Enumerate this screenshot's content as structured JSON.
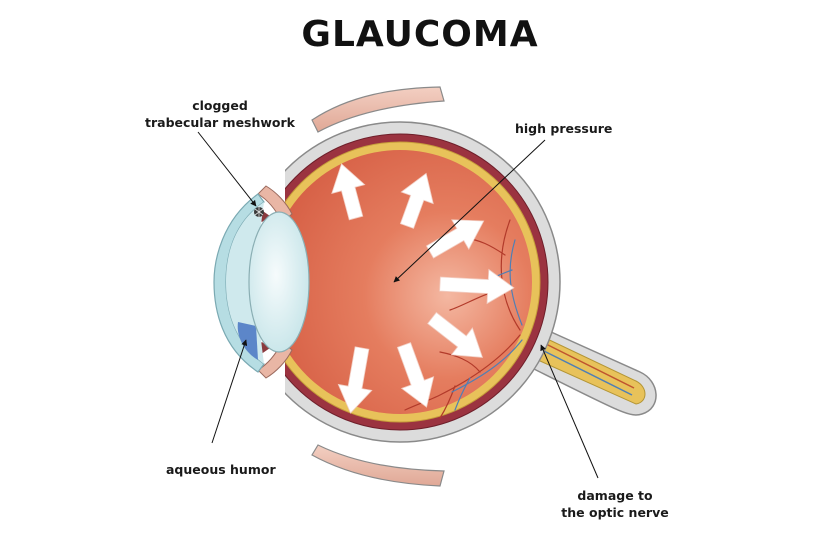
{
  "title": "GLAUCOMA",
  "labels": {
    "clogged_line1": "clogged",
    "clogged_line2": "trabecular meshwork",
    "high_pressure": "high pressure",
    "aqueous_humor": "aqueous humor",
    "damage_line1": "damage to",
    "damage_line2": "the optic nerve"
  },
  "colors": {
    "sclera": "#dcdcdc",
    "choroid": "#9b3340",
    "retina": "#e8c25a",
    "vitreous": "#dd6a4d",
    "lens": "#d9eef0",
    "cornea": "#b6dde3",
    "aqueous": "#5c86c9",
    "muscle": "#e9b6a5",
    "arrows": "#ffffff",
    "vessels_red": "#b23a2a",
    "vessels_blue": "#4f7fb5",
    "text": "#1a1a1a"
  }
}
